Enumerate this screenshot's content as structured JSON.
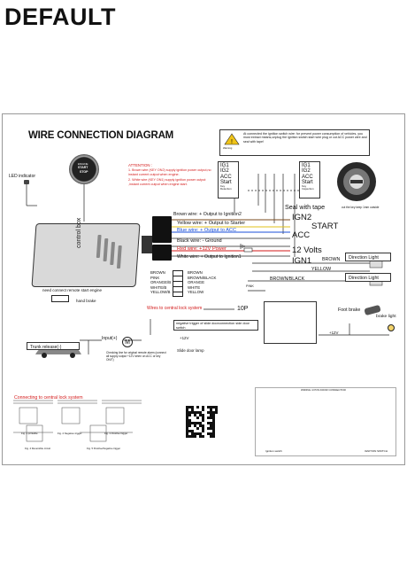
{
  "page_heading": "DEFAULT",
  "title": "WIRE CONNECTION DIAGRAM",
  "warning": {
    "label": "Warning",
    "text": "At connected the ignition switch wire: for prevent power consumption of vehicles, you must extract means,unplug the ignition switch start wire plug or cut ACC power wire and seal with tape!"
  },
  "engine_button": {
    "line1": "ENGINE",
    "line2": "START",
    "line3": "STOP"
  },
  "led_indicator": "LED indicator",
  "attention": {
    "title": "ATTENTION :",
    "item1": "1. Brown wire (KEY ON2) supply ignition power output,no instant current output when engine.",
    "item2": "2. White wire (KEY ON1) supply ignition power output ,instant current output when engine start."
  },
  "key_columns": {
    "left": [
      "IG1",
      "IG2",
      "ACC",
      "Start",
      "Key Detection"
    ],
    "right": [
      "IG1",
      "IG2",
      "ACC",
      "Start",
      "Key Inspection"
    ]
  },
  "cut_key_text": "cut the key keep 1mm outside",
  "seal_text": "Seal with tape",
  "wires": {
    "brown": "Brown wire: + Output to Ignition2",
    "yellow": "Yellow wire: + Output to Starter",
    "blue": "Blue wire: + Output to ACC",
    "black": "Black wire: - Ground",
    "red": "Red wire: +12V Power",
    "white": "White wire: + Output to Ignition1"
  },
  "wire_ends": {
    "ign2": "IGN2",
    "start": "START",
    "acc": "ACC",
    "volts": "12 Volts",
    "ign1": "IGN1"
  },
  "control_box": "control box",
  "remote_text": "need connect remote start engine",
  "hand_brake": "hand brake",
  "connector_colors": {
    "left": [
      "BROWN",
      "PINK",
      "ORANGE/B",
      "WHITE/B",
      "YELLOW/B"
    ],
    "right": [
      "BROWN",
      "BROWN/BLACK",
      "ORANGE",
      "WHITE",
      "YELLOW"
    ]
  },
  "central_lock_label": "Wires to central lock system",
  "direction": {
    "brown": "BROWN",
    "yellow": "YELLOW",
    "brown_black": "BROWN/BLACK",
    "pink": "PINK",
    "light1": "Direction Light",
    "light2": "Direction Light"
  },
  "pin_label": "10P",
  "door_trigger": "negative trigger of slide doorconnection  side door switch",
  "door_lamp": "Slide door lamp",
  "plus12v": "+12V",
  "trunk": {
    "label": "Trunk release(-)",
    "input": "Input(+)",
    "motor": "M"
  },
  "check_line": "Checking line for original remote alarm (connect all supply output +12V when on ACC or key ON/T)",
  "foot_brake": "Foot brake",
  "brake_light": "brake light",
  "central_lock_title": "Connecting to central lock system",
  "figs": [
    "Fig. 1 printable",
    "Fig. 2 Negative trigger",
    "Fig. 3 Positive trigger",
    "Fig. 4 Reversible circuit",
    "Fig. 5 Positive/Negative trigger"
  ],
  "right_panel": {
    "title": "WIRING 4 POS DOOR CONNECTOR",
    "footer_left": "Ignition switch",
    "footer_right": "IGNITION SWITCH"
  },
  "colors": {
    "red": "#d31a1a",
    "blue": "#1b4fd8",
    "yellow": "#e0c21a",
    "brown": "#7a4a1c"
  }
}
